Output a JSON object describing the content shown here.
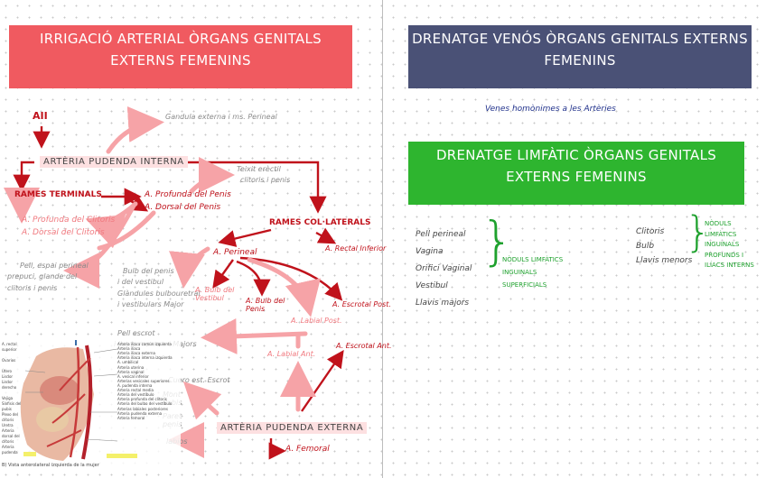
{
  "left": {
    "title_line1": "IRRIGACIÓ ARTERIAL ÒRGANS GENITALS",
    "title_line2": "EXTERNS FEMENINS",
    "aii": "AII",
    "arteria_pudenda_interna": "ARTÈRIA PUDENDA INTERNA",
    "gandula": "Gandula externa i ms. Perineal",
    "rames_terminals": "RAMES TERMINALS",
    "profunda_penis": "A. Profunda del Penis",
    "dorsal_penis": "A. Dorsal del Penis",
    "profunda_clitoris": "A. Profunda del Clitoris",
    "dorsal_clitoris": "A. Dorsal del Clitoris",
    "teixit_erectil": "Teixit erèctil",
    "clitoris_penis": "clitoris i penis",
    "pell_espai": "Pell, espai perineal",
    "prepuci": "prepuci, glande del",
    "clitoris_penis2": "clitoris i penis",
    "rames_collaterals": "RAMES COL·LATERALS",
    "perineal": "A. Perineal",
    "rectal_inferior": "A. Rectal Inferior",
    "bulb_penis": "Bulb del penis",
    "del_vestibul": "i del vestibul",
    "glandules": "Glàndules bulbouretral",
    "vestibulars": "i vestibulars Major",
    "bulb_vestibul": "A. Bulb del Vestibul",
    "bulb_penis_a": "A. Bulb del Penis",
    "escrotal_post": "A. Escrotal Post.",
    "labial_post": "A. Labial Post.",
    "pell_escrot": "Pell escrot",
    "llavis": "i llavis menors i Majors",
    "labial_ant": "A. Labial Ant.",
    "escrotal_ant": "A. Escrotal Ant.",
    "cuero": "Cuero est. Escrot",
    "mont_pubis": "Mont Pubis",
    "paret_penis": "Paret penis",
    "labios": "labios",
    "arteria_pudenda_externa": "ARTÈRIA PUDENDA EXTERNA",
    "femoral": "A. Femoral",
    "figure_caption": "B) Vista anterolateral izquierda de la mujer",
    "anatomy_labels": [
      "A. rectal superior",
      "Ovarios",
      "Útero",
      "Lisdor",
      "Lisdor derecho",
      "Vejiga",
      "Sínfisis del pubis",
      "Plexo del clítoris",
      "Uretra",
      "Arteria dorsal del clítoris",
      "Arteria pudenda",
      "Arteria iliaca común izquierda",
      "Arteria iliaca",
      "Arteria iliaca externa",
      "Arteria iliaca interna izquierda",
      "A. umbilical",
      "Arteria uterina",
      "Arteria vaginal",
      "A. vesical inferior",
      "Arterias vesicales superiores",
      "A. pudenda interna",
      "Arteria rectal media",
      "Arteria del vestíbulo",
      "Arteria profunda del clítoris",
      "Arteria del bulbo del vestíbulo",
      "Arterias labiales posteriores",
      "Arteria pudenda externa",
      "Arteria femoral"
    ]
  },
  "right": {
    "title1_line1": "DRENATGE  VENÓS ÒRGANS GENITALS EXTERNS",
    "title1_line2": "FEMENINS",
    "venes": "Venes homònimes a les Artèries",
    "title2_line1": "DRENATGE LIMFÀTIC ÒRGANS GENITALS",
    "title2_line2": "EXTERNS FEMENINS",
    "list1": [
      "Pell perineal",
      "Vagina",
      "Orifici Vaginal",
      "Vestibul",
      "Llavis majors"
    ],
    "nodes1": [
      "NÒDULS LIMFÀTICS",
      "INGUINALS",
      "SUPERFICIALS"
    ],
    "list2": [
      "Clitoris",
      "Bulb",
      "Llavis menors"
    ],
    "nodes2": [
      "NÒDULS",
      "LIMFÀTICS",
      "INGUINALS",
      "PROFUNDS I",
      "ILÍACS INTERNS"
    ]
  },
  "colors": {
    "red_banner": "#f05a60",
    "navy_banner": "#4a5176",
    "green_banner": "#2eb52f",
    "dark_red": "#c0121b",
    "light_red": "#f0797f",
    "green": "#1fa12e"
  }
}
